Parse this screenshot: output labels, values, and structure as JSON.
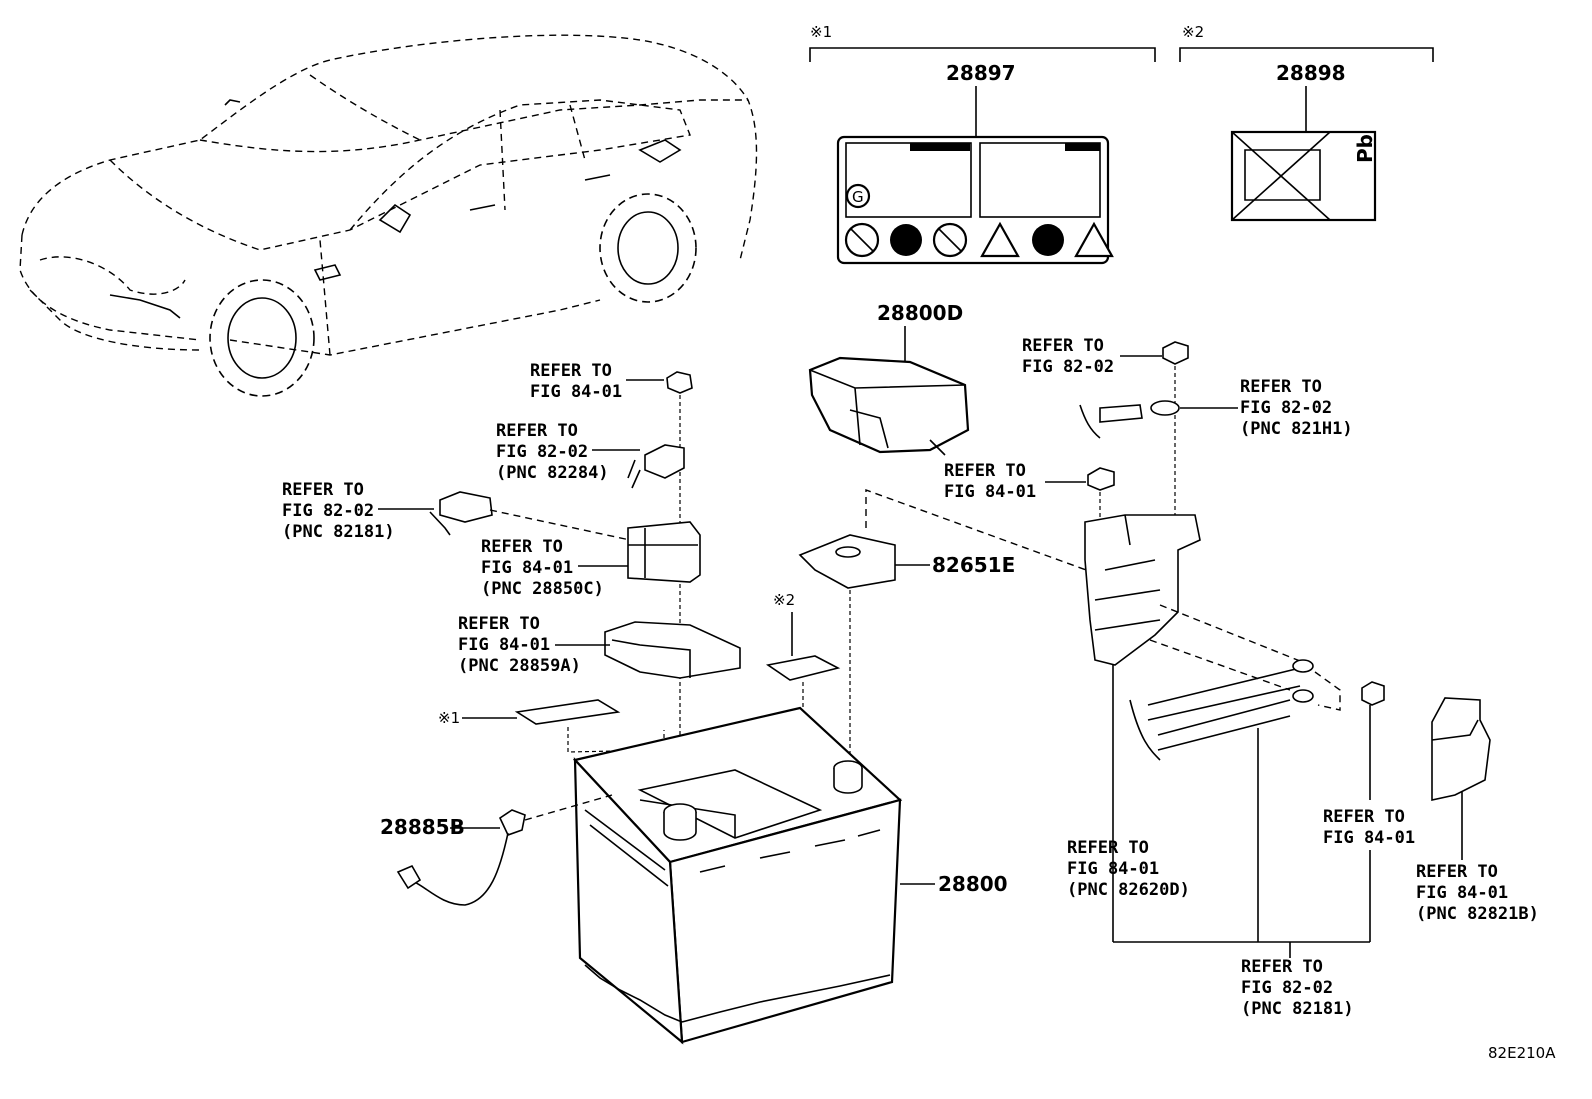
{
  "diagram": {
    "code": "82E210A",
    "marks": {
      "note1": "※1",
      "note2": "※2"
    },
    "labels_top": {
      "note1_part": "28897",
      "note2_part": "28898",
      "pb_text": "Pb"
    },
    "parts": {
      "cover": "28800D",
      "bracket": "82651E",
      "sensor": "28885B",
      "battery": "28800"
    },
    "refs": {
      "r1": [
        "REFER TO",
        "FIG 84-01"
      ],
      "r2": [
        "REFER TO",
        "FIG 82-02",
        "(PNC 82284)"
      ],
      "r3": [
        "REFER TO",
        "FIG 82-02",
        "(PNC 82181)"
      ],
      "r4": [
        "REFER TO",
        "FIG 84-01",
        "(PNC 28850C)"
      ],
      "r5": [
        "REFER TO",
        "FIG 84-01",
        "(PNC 28859A)"
      ],
      "r6": [
        "REFER TO",
        "FIG 82-02"
      ],
      "r7": [
        "REFER TO",
        "FIG 82-02",
        "(PNC 821H1)"
      ],
      "r8": [
        "REFER TO",
        "FIG 84-01"
      ],
      "r9": [
        "REFER TO",
        "FIG 84-01",
        "(PNC 82620D)"
      ],
      "r10": [
        "REFER TO",
        "FIG 84-01"
      ],
      "r11": [
        "REFER TO",
        "FIG 84-01",
        "(PNC 82821B)"
      ],
      "r12": [
        "REFER TO",
        "FIG 82-02",
        "(PNC 82181)"
      ]
    }
  }
}
